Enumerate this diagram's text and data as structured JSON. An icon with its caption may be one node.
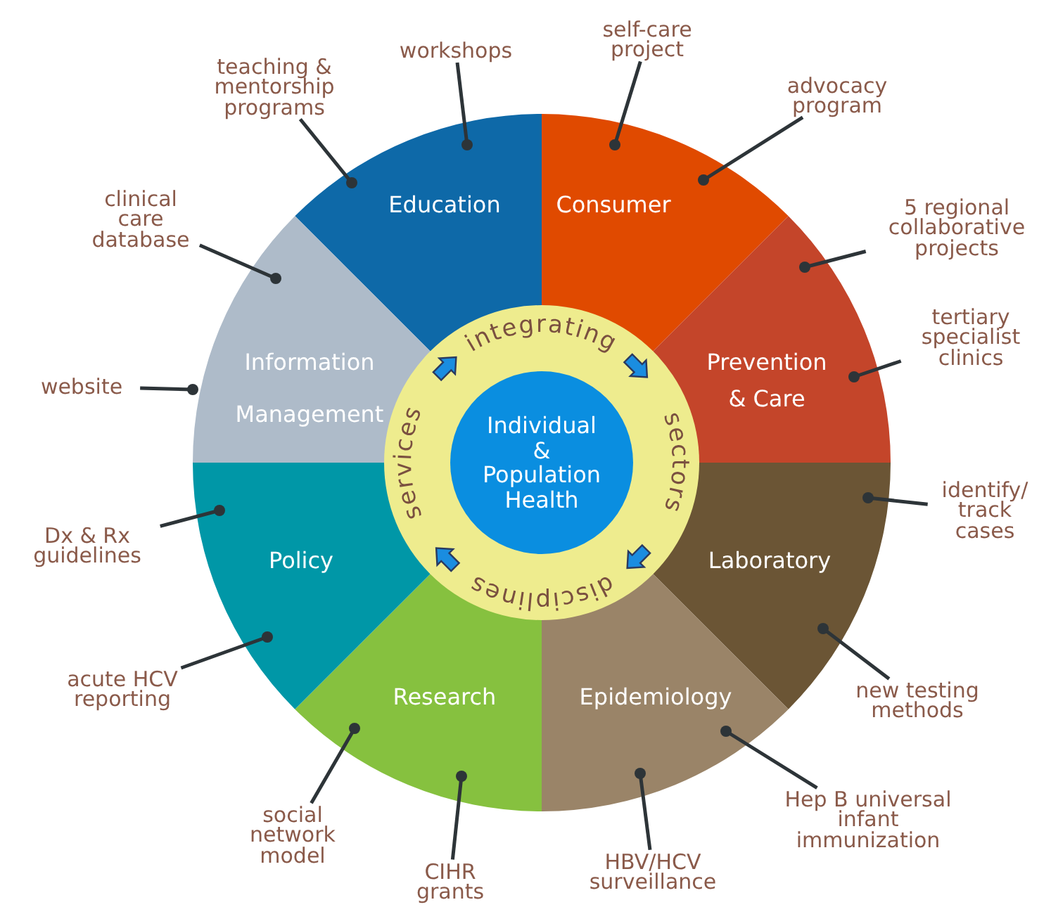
{
  "diagram": {
    "nodes": [
      {
        "text": [],
        "shape": "circle"
      },
      {
        "text": [
          "Individual & Population Health"
        ],
        "in": 0
      },
      {
        "text": [
          "Education"
        ]
      },
      {
        "text": [
          "Consumer"
        ]
      },
      {
        "text": [
          "Prevention & Care"
        ]
      },
      {
        "text": [
          "Laboratory"
        ]
      },
      {
        "text": [
          "Epidemiology"
        ]
      },
      {
        "text": [
          "Research"
        ]
      },
      {
        "text": [
          "Policy"
        ]
      },
      {
        "text": [
          "Information Management"
        ]
      },
      {
        "text": [
          "workshops"
        ]
      },
      {
        "text": [
          "teaching & mentorship programs"
        ]
      },
      {
        "text": [
          "self-care project"
        ]
      },
      {
        "text": [
          "advocacy program"
        ]
      },
      {
        "text": [
          "5 regional collaborative projects"
        ]
      },
      {
        "text": [
          "tertiary specialist clinics"
        ]
      },
      {
        "text": [
          "identify/ track cases"
        ]
      },
      {
        "text": [
          "new testing methods"
        ]
      },
      {
        "text": [
          "Hep B universal infant immunization"
        ]
      },
      {
        "text": [
          "HBV/HCV surveillance"
        ]
      },
      {
        "text": [
          "CIHR grants"
        ]
      },
      {
        "text": [
          "social network model"
        ]
      },
      {
        "text": [
          "acute HCV reporting"
        ]
      },
      {
        "text": [
          "Dx & Rx guidelines"
        ]
      },
      {
        "text": [
          "website"
        ]
      },
      {
        "text": [
          "clinical care database"
        ]
      },
      {
        "text": [
          "integrating"
        ],
        "in": 0
      },
      {
        "text": [
          "sectors"
        ],
        "in": 0
      },
      {
        "text": [
          "disciplines"
        ],
        "in": 0
      },
      {
        "text": [
          "services"
        ],
        "in": 0
      }
    ],
    "edges": [
      {
        "from": 10,
        "to": 2,
        "arrow": "other"
      },
      {
        "from": 11,
        "to": 2,
        "arrow": "other"
      },
      {
        "from": 12,
        "to": 3,
        "arrow": "other"
      },
      {
        "from": 13,
        "to": 3,
        "arrow": "other"
      },
      {
        "from": 14,
        "to": 4,
        "arrow": "other"
      },
      {
        "from": 15,
        "to": 4,
        "arrow": "other"
      },
      {
        "from": 16,
        "to": 5,
        "arrow": "other"
      },
      {
        "from": 17,
        "to": 5,
        "arrow": "other"
      },
      {
        "from": 18,
        "to": 6,
        "arrow": "other"
      },
      {
        "from": 19,
        "to": 6,
        "arrow": "other"
      },
      {
        "from": 20,
        "to": 7,
        "arrow": "other"
      },
      {
        "from": 21,
        "to": 7,
        "arrow": "other"
      },
      {
        "from": 22,
        "to": 8,
        "arrow": "other"
      },
      {
        "from": 23,
        "to": 8,
        "arrow": "other"
      },
      {
        "from": 24,
        "to": 9,
        "arrow": "other"
      },
      {
        "from": 25,
        "to": 9,
        "arrow": "other"
      },
      {
        "from": 29,
        "to": 26,
        "arrow": "to"
      },
      {
        "from": 26,
        "to": 27,
        "arrow": "to"
      },
      {
        "from": 27,
        "to": 28,
        "arrow": "to"
      },
      {
        "from": 28,
        "to": 29,
        "arrow": "to"
      }
    ]
  }
}
